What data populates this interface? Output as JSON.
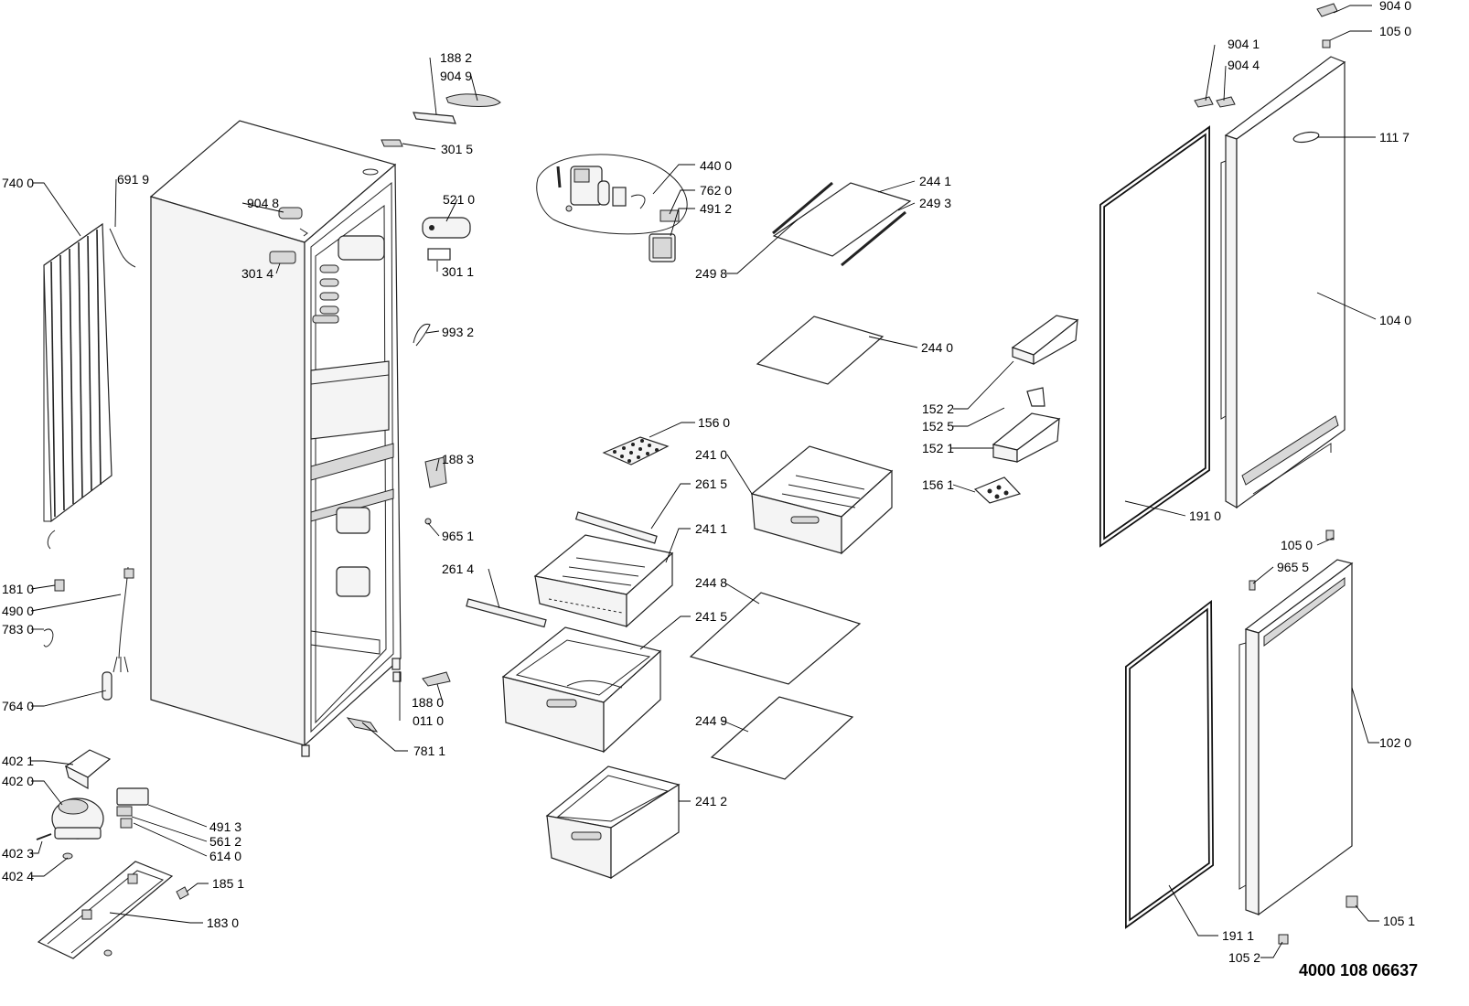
{
  "document_number": "4000 108 06637",
  "callouts": {
    "c9040": "904 0",
    "c1050a": "105 0",
    "c9041": "904 1",
    "c9044": "904 4",
    "c1117": "111 7",
    "c1040": "104 0",
    "c1882": "188 2",
    "c9049": "904 9",
    "c3015": "301 5",
    "c4400": "440 0",
    "c7620": "762 0",
    "c4912": "491 2",
    "c2441": "244 1",
    "c2493": "249 3",
    "c2498": "249 8",
    "c5210": "521 0",
    "c3011": "301 1",
    "c9048": "904 8",
    "c3014": "301 4",
    "c7400": "740 0",
    "c6919": "691 9",
    "c9932": "993 2",
    "c2440": "244 0",
    "c1522": "152 2",
    "c1525": "152 5",
    "c1521": "152 1",
    "c1561": "156 1",
    "c1560": "156 0",
    "c2410": "241 0",
    "c1883": "188 3",
    "c2615": "261 5",
    "c9651": "965 1",
    "c2411": "241 1",
    "c2614": "261 4",
    "c1910": "191 0",
    "c1050b": "105 0",
    "c9655": "965 5",
    "c1810": "181 0",
    "c4900": "490 0",
    "c7830": "783 0",
    "c2448": "244 8",
    "c2415": "241 5",
    "c7640": "764 0",
    "c1880": "188 0",
    "c0110": "011 0",
    "c2449": "244 9",
    "c1020": "102 0",
    "c7811": "781 1",
    "c4021": "402 1",
    "c4020": "402 0",
    "c2412": "241 2",
    "c4913": "491 3",
    "c5612": "561 2",
    "c6140": "614 0",
    "c4023": "402 3",
    "c4024": "402 4",
    "c1851": "185 1",
    "c1830": "183 0",
    "c1051": "105 1",
    "c1911": "191 1",
    "c1052": "105 2"
  }
}
